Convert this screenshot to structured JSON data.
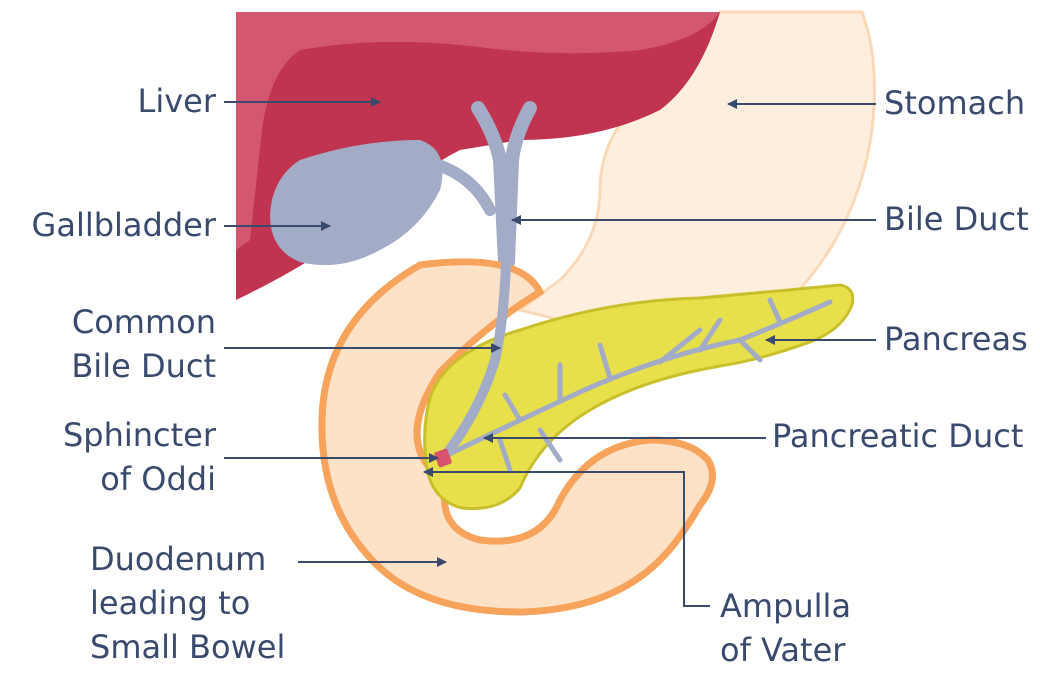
{
  "labels": {
    "liver": "Liver",
    "gallbladder": "Gallbladder",
    "common_bile_duct": [
      "Common",
      "Bile Duct"
    ],
    "sphincter_of_oddi": [
      "Sphincter",
      "of Oddi"
    ],
    "duodenum": [
      "Duodenum",
      "leading to",
      "Small Bowel"
    ],
    "stomach": "Stomach",
    "bile_duct": "Bile Duct",
    "pancreas": "Pancreas",
    "pancreatic_duct": "Pancreatic Duct",
    "ampulla_of_vater": [
      "Ampulla",
      "of Vater"
    ]
  },
  "colors": {
    "liver": "#c0344f",
    "liver_highlight": "#d65b75",
    "gallbladder": "#a3acc6",
    "ducts": "#a3acc6",
    "stomach": "#fdeede",
    "duodenum_fill": "#fde2c8",
    "duodenum_outline": "#f7a35c",
    "pancreas": "#e8e04a",
    "pancreas_outline": "#c8bf2a",
    "sphincter": "#d9536c",
    "arrow": "#3a4a6e",
    "text": "#3a4a6e"
  }
}
